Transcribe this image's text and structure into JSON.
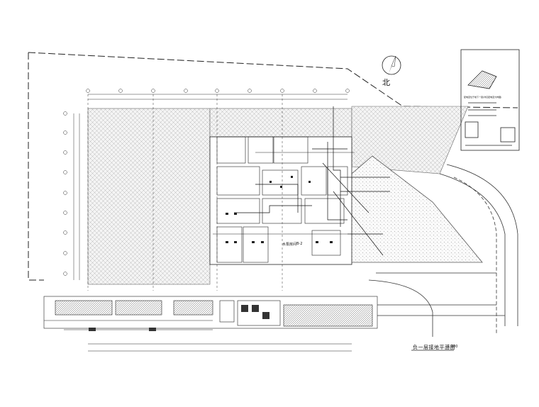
{
  "drawing": {
    "north_label": "北",
    "title": "负一层接地平面图",
    "scale": "1:100",
    "room_label": "水泵房间",
    "room_code": "B-2"
  },
  "legend_box": {
    "caption": "配电室位于地下一层(详见配电室大样图)"
  }
}
